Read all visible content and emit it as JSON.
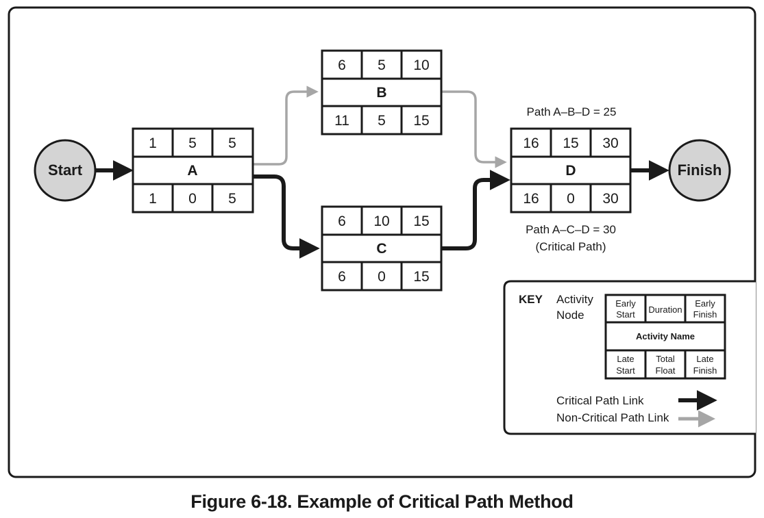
{
  "caption": "Figure 6-18. Example of Critical Path Method",
  "colors": {
    "critical": "#1a1a1a",
    "non_critical": "#a6a6a6",
    "circle_fill": "#d4d4d4",
    "border": "#1a1a1a"
  },
  "start": {
    "label": "Start"
  },
  "finish": {
    "label": "Finish"
  },
  "nodes": {
    "A": {
      "name": "A",
      "top": [
        "1",
        "5",
        "5"
      ],
      "bottom": [
        "1",
        "0",
        "5"
      ]
    },
    "B": {
      "name": "B",
      "top": [
        "6",
        "5",
        "10"
      ],
      "bottom": [
        "11",
        "5",
        "15"
      ]
    },
    "C": {
      "name": "C",
      "top": [
        "6",
        "10",
        "15"
      ],
      "bottom": [
        "6",
        "0",
        "15"
      ]
    },
    "D": {
      "name": "D",
      "top": [
        "16",
        "15",
        "30"
      ],
      "bottom": [
        "16",
        "0",
        "30"
      ]
    }
  },
  "path_labels": {
    "abd": "Path A–B–D = 25",
    "acd": "Path A–C–D = 30",
    "acd_note": "(Critical Path)"
  },
  "key": {
    "title": "KEY",
    "node_label_line1": "Activity",
    "node_label_line2": "Node",
    "early_start": [
      "Early",
      "Start"
    ],
    "duration": "Duration",
    "early_finish": [
      "Early",
      "Finish"
    ],
    "activity_name": "Activity Name",
    "late_start": [
      "Late",
      "Start"
    ],
    "total_float": [
      "Total",
      "Float"
    ],
    "late_finish": [
      "Late",
      "Finish"
    ],
    "critical_link": "Critical Path Link",
    "non_critical_link": "Non-Critical Path Link"
  }
}
